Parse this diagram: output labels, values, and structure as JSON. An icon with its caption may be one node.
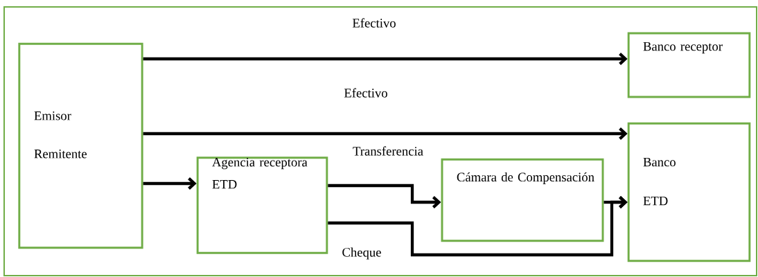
{
  "diagram": {
    "nodes": [
      {
        "text": [
          "Emisor",
          "Remitente"
        ]
      },
      {
        "text": [
          "Banco receptor"
        ]
      },
      {
        "text": [
          "Banco",
          "ETD"
        ]
      },
      {
        "text": [
          "Agencia receptora ETD"
        ]
      },
      {
        "text": [
          "Cámara de Compensación"
        ]
      }
    ],
    "edges": [
      {
        "from": 0,
        "to": 1,
        "arrow": "to",
        "label": "Efectivo"
      },
      {
        "from": 0,
        "to": 2,
        "arrow": "to",
        "label": "Efectivo"
      },
      {
        "from": 0,
        "to": 3,
        "arrow": "to"
      },
      {
        "from": 3,
        "to": 4,
        "arrow": "to",
        "label": "Transferencia"
      },
      {
        "from": 3,
        "to": 2,
        "arrow": "to",
        "label": "Cheque"
      },
      {
        "from": 4,
        "to": 2,
        "arrow": "to"
      }
    ]
  }
}
